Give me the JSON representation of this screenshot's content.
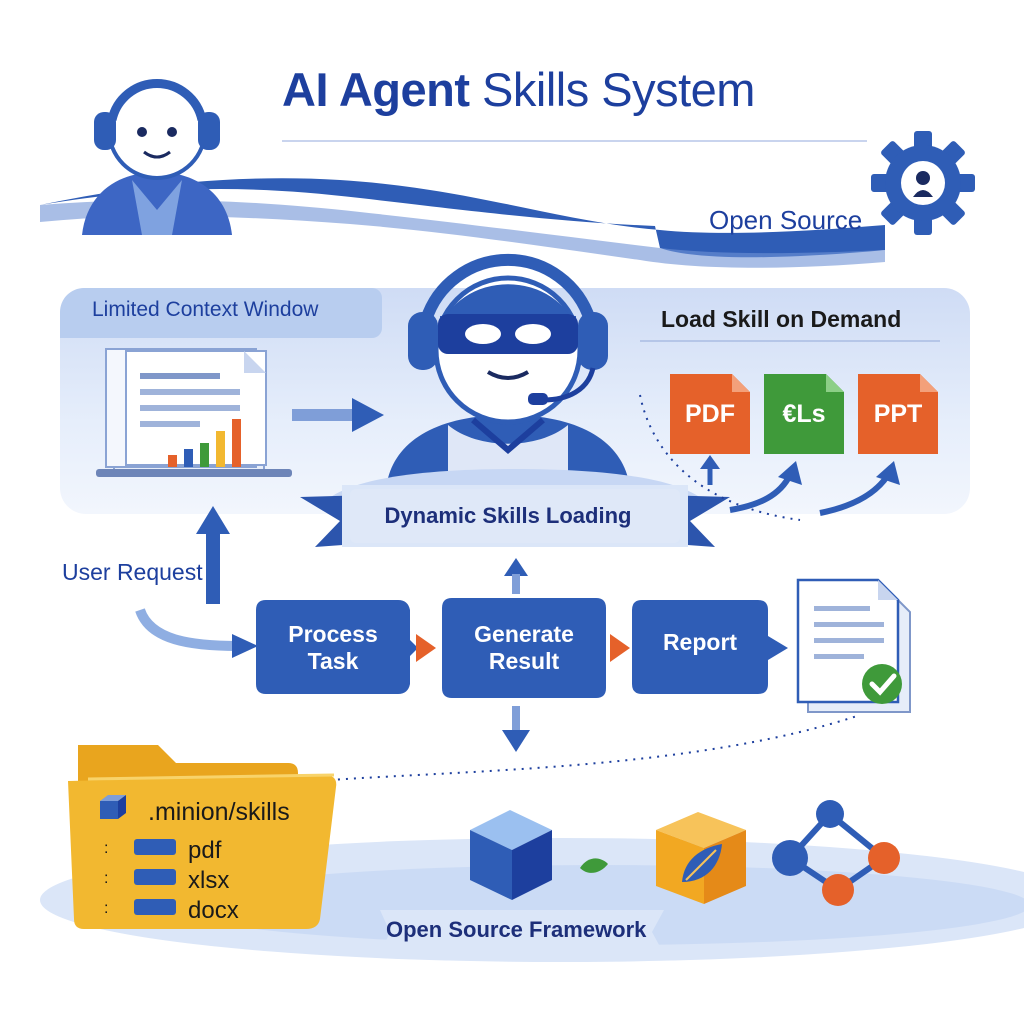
{
  "title": {
    "part1": "AI Agent",
    "part2": "Skills System"
  },
  "header": {
    "open_source": "Open Source"
  },
  "context_panel": {
    "left_label": "Limited Context Window",
    "right_label": "Load Skill on Demand",
    "banner": "Dynamic Skills Loading"
  },
  "skill_files": [
    {
      "label": "PDF",
      "color": "#e5612a"
    },
    {
      "label": "€Ls",
      "color": "#3f9a3a"
    },
    {
      "label": "PPT",
      "color": "#e5612a"
    }
  ],
  "flow": {
    "user_request": "User Request",
    "steps": [
      {
        "line1": "Process",
        "line2": "Task"
      },
      {
        "line1": "Generate",
        "line2": "Result"
      },
      {
        "line1": "Report",
        "line2": ""
      }
    ]
  },
  "skills_folder": {
    "path": ".minion/skills",
    "items": [
      "pdf",
      "xlsx",
      "docx"
    ]
  },
  "framework": {
    "label": "Open Source Framework"
  },
  "colors": {
    "primary": "#2f5db6",
    "dark": "#1d3f9e",
    "orange": "#e5612a",
    "green": "#3f9a3a",
    "folder": "#f2b830"
  }
}
